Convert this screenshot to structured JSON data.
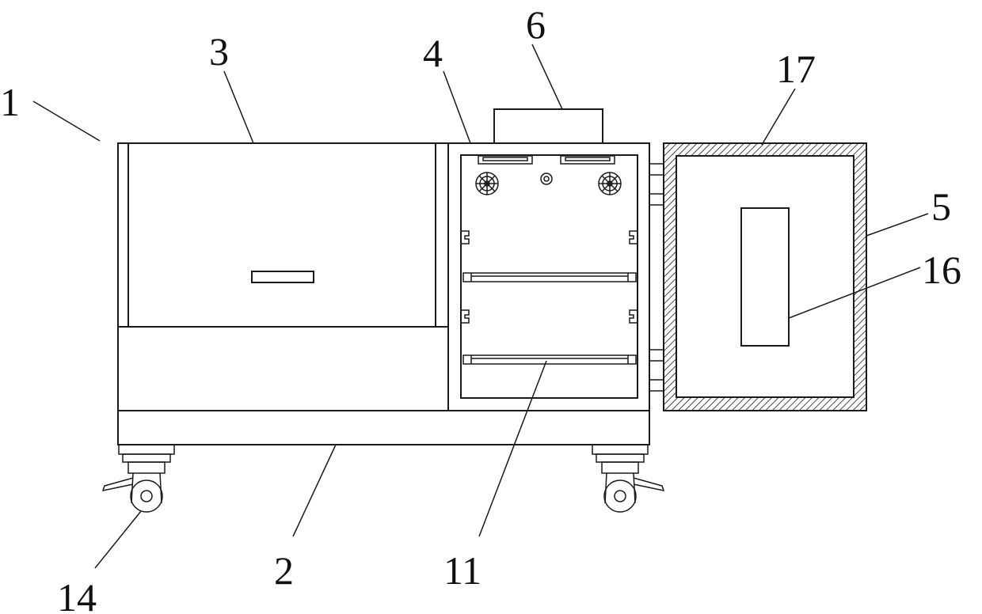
{
  "labels": {
    "l1": "1",
    "l2": "2",
    "l3": "3",
    "l4": "4",
    "l5": "5",
    "l6": "6",
    "l11": "11",
    "l14": "14",
    "l16": "16",
    "l17": "17"
  }
}
